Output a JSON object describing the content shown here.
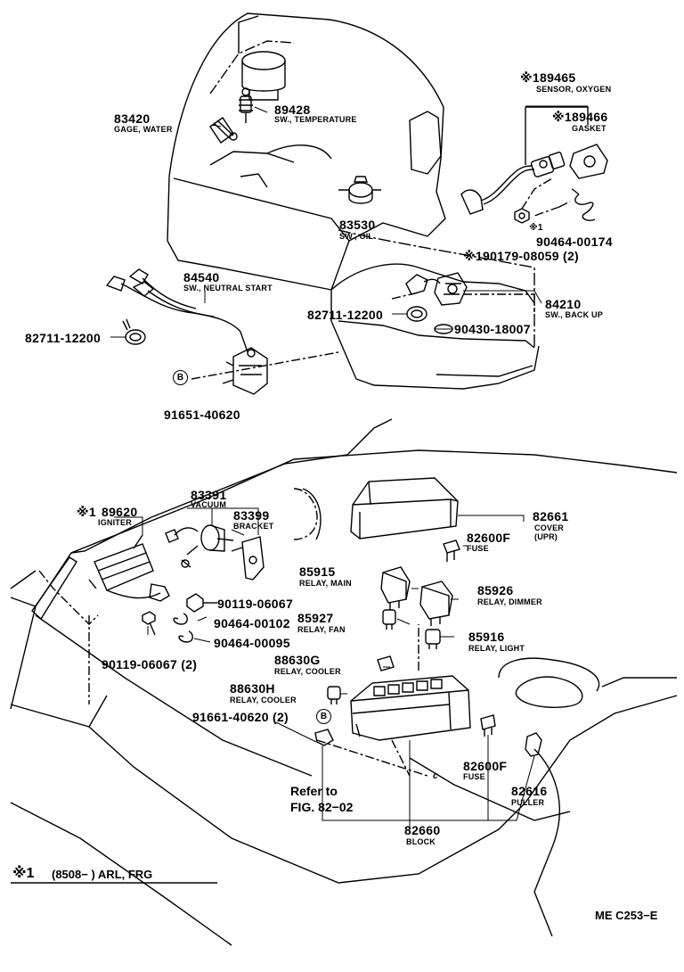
{
  "diagram": {
    "parts": [
      {
        "id": "p89465",
        "number": "89465",
        "prefix": "※1",
        "desc": "SENSOR, OXYGEN"
      },
      {
        "id": "p89466",
        "number": "89466",
        "prefix": "※1",
        "desc": "GASKET"
      },
      {
        "id": "p89428",
        "number": "89428",
        "desc": "SW., TEMPERATURE"
      },
      {
        "id": "p83420",
        "number": "83420",
        "desc": "GAGE, WATER"
      },
      {
        "id": "p83530",
        "number": "83530",
        "desc": "SW., OIL"
      },
      {
        "id": "p90464a",
        "number": "90464-00174",
        "prefix": "※1"
      },
      {
        "id": "p90179",
        "number": "90179-08059 (2)",
        "prefix": "※1"
      },
      {
        "id": "p84540",
        "number": "84540",
        "desc": "SW., NEUTRAL START"
      },
      {
        "id": "p84210",
        "number": "84210",
        "desc": "SW., BACK UP"
      },
      {
        "id": "p82711a",
        "number": "82711-12200"
      },
      {
        "id": "p82711b",
        "number": "82711-12200"
      },
      {
        "id": "p90430",
        "number": "90430-18007"
      },
      {
        "id": "p91651a",
        "number": "91651-40620"
      },
      {
        "id": "p83391",
        "number": "83391",
        "desc": "VACUUM"
      },
      {
        "id": "p89620",
        "number": "89620",
        "prefix": "※1",
        "desc": "IGNITER"
      },
      {
        "id": "p83399",
        "number": "83399",
        "desc": "BRACKET"
      },
      {
        "id": "p82661",
        "number": "82661",
        "desc": "COVER",
        "desc2": "(UPR)"
      },
      {
        "id": "p82600f1",
        "number": "82600F",
        "desc": "FUSE"
      },
      {
        "id": "p85915",
        "number": "85915",
        "desc": "RELAY, MAIN"
      },
      {
        "id": "p85926",
        "number": "85926",
        "desc": "RELAY, DIMMER"
      },
      {
        "id": "p90119a",
        "number": "90119-06067"
      },
      {
        "id": "p85927",
        "number": "85927",
        "desc": "RELAY, FAN"
      },
      {
        "id": "p90464b",
        "number": "90464-00102"
      },
      {
        "id": "p90464c",
        "number": "90464-00095"
      },
      {
        "id": "p90119b",
        "number": "90119-06067 (2)"
      },
      {
        "id": "p85916",
        "number": "85916",
        "desc": "RELAY, LIGHT"
      },
      {
        "id": "p88630g",
        "number": "88630G",
        "desc": "RELAY, COOLER"
      },
      {
        "id": "p88630h",
        "number": "88630H",
        "desc": "RELAY, COOLER"
      },
      {
        "id": "p91651b",
        "number": "91661-40620 (2)"
      },
      {
        "id": "p82600f2",
        "number": "82600F",
        "desc": "FUSE"
      },
      {
        "id": "p82616",
        "number": "82616",
        "desc": "PULLER"
      },
      {
        "id": "p82660",
        "number": "82660",
        "desc": "BLOCK"
      }
    ],
    "ref_marker": "B",
    "refer_line1": "Refer to",
    "refer_line2": "FIG. 82−02",
    "small_c": "c",
    "footnote_symbol": "※1",
    "footnote_text": "(8508−          ) ARL, FRG",
    "figure_code": "ME C253−E",
    "line_color": "#000000"
  }
}
